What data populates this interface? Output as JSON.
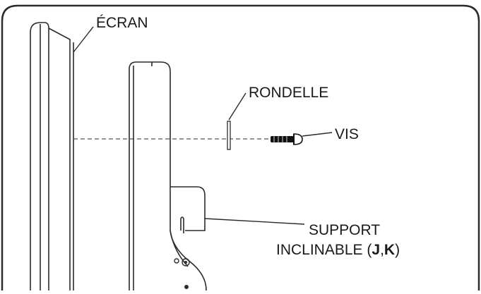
{
  "labels": {
    "ecran": "ÉCRAN",
    "rondelle": "RONDELLE",
    "vis": "VIS",
    "support_line1": "SUPPORT",
    "support_line2_prefix": "INCLINABLE (",
    "support_key1": "J",
    "support_sep": ",",
    "support_key2": "K",
    "support_suffix": ")"
  },
  "colors": {
    "stroke": "#2b2b2b",
    "screw": "#111111",
    "background": "#ffffff"
  }
}
